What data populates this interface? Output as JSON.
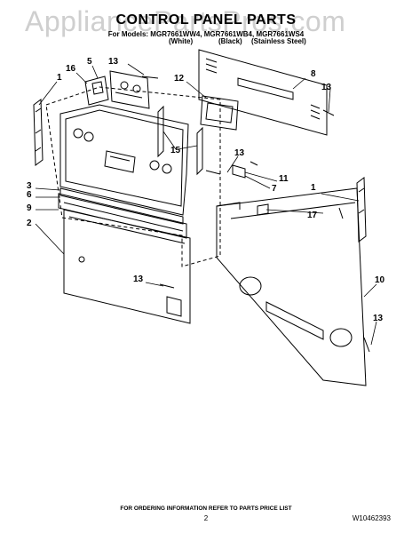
{
  "watermark": "AppliancePartsPros.com",
  "title": "CONTROL PANEL PARTS",
  "models_line": "For Models: MGR7661WW4, MGR7661WB4, MGR7661WS4",
  "variants": [
    "(White)",
    "(Black)",
    "(Stainless Steel)"
  ],
  "callouts": {
    "c1a": "1",
    "c1b": "1",
    "c2": "2",
    "c3": "3",
    "c5": "5",
    "c6": "6",
    "c7": "7",
    "c8": "8",
    "c9": "9",
    "c10": "10",
    "c11": "11",
    "c12": "12",
    "c13a": "13",
    "c13b": "13",
    "c13c": "13",
    "c13d": "13",
    "c13e": "13",
    "c15": "15",
    "c16": "16",
    "c17": "17"
  },
  "footer_info": "FOR ORDERING INFORMATION REFER TO PARTS PRICE LIST",
  "page_number": "2",
  "doc_number": "W10462393"
}
